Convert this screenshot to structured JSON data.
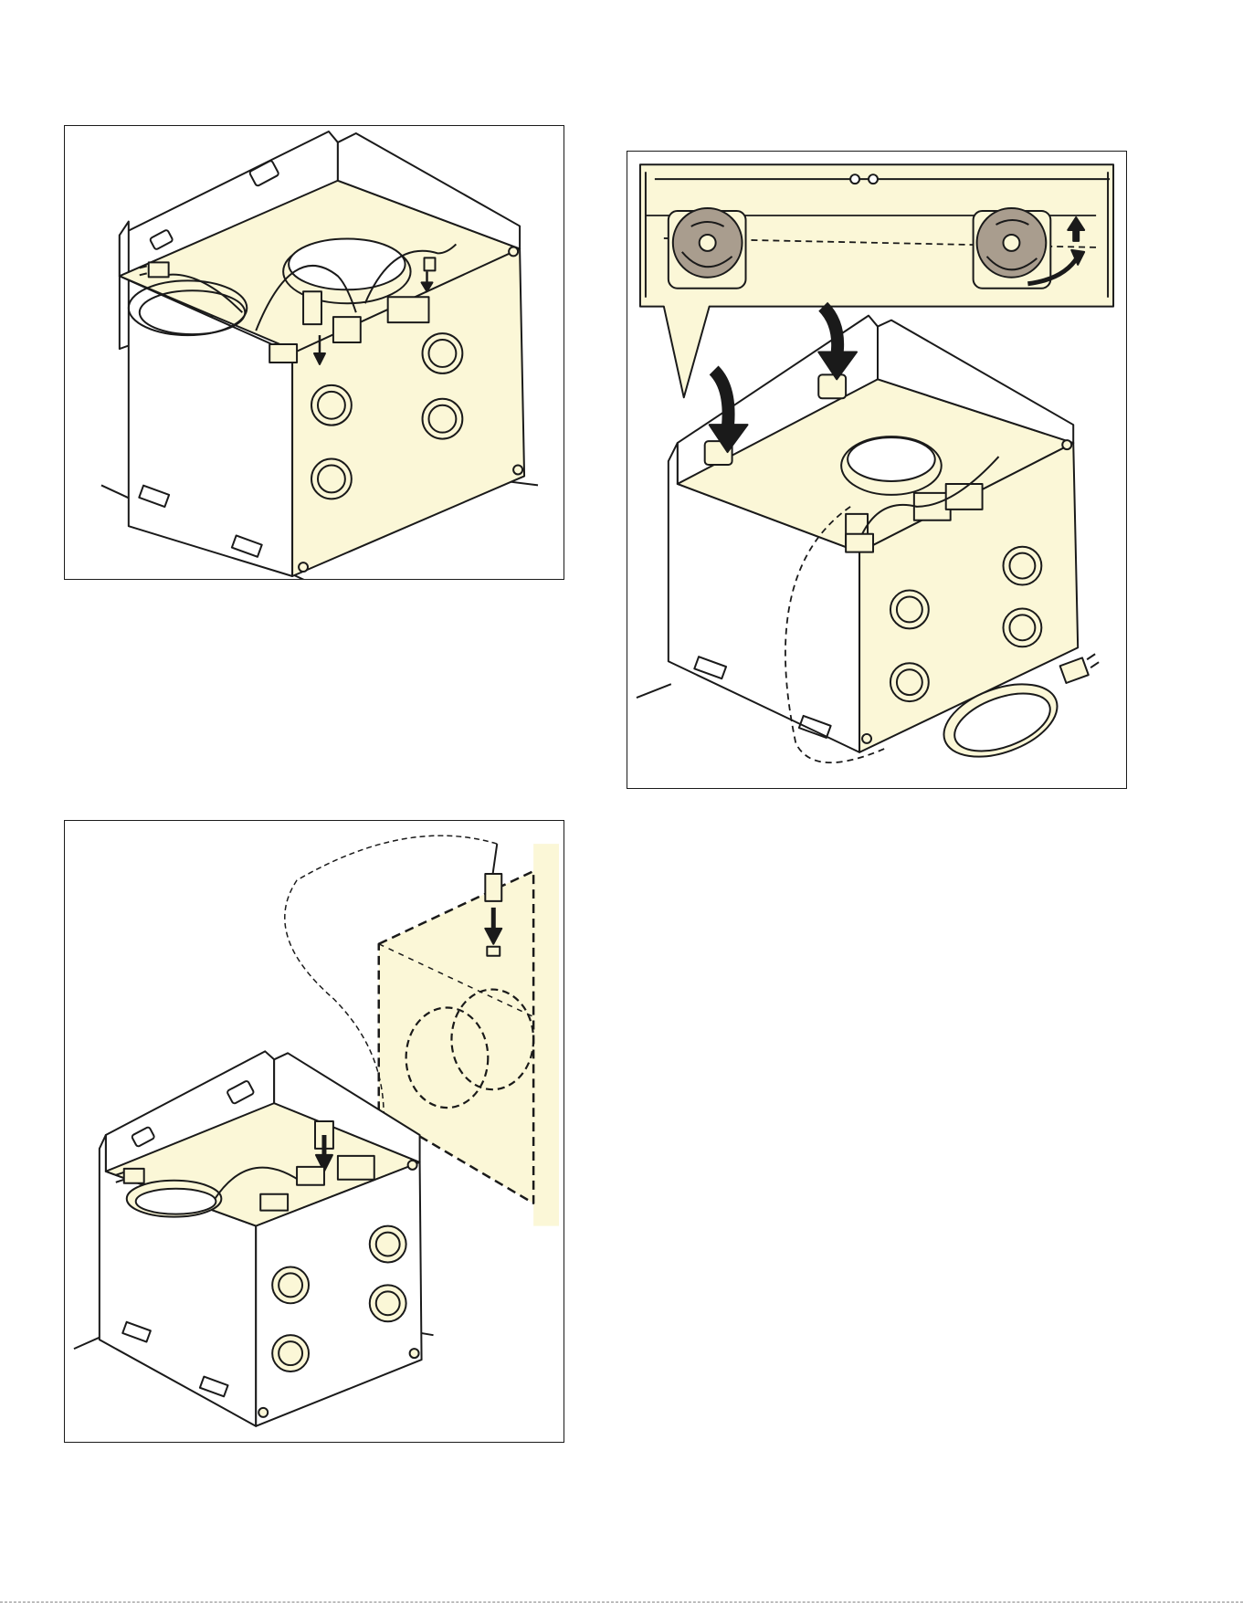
{
  "page": {
    "background": "#ffffff",
    "fill_color": "#fbf7d7",
    "knob_color": "#a99d8e",
    "line_color": "#1a1a1a"
  },
  "figures": [
    {
      "id": "fig1",
      "content": "cabinet-top-wiring-connectors"
    },
    {
      "id": "fig2",
      "content": "cabinet-rotating-knobs-detail"
    },
    {
      "id": "fig3",
      "content": "cabinet-plug-connection-dashed-unit"
    }
  ]
}
